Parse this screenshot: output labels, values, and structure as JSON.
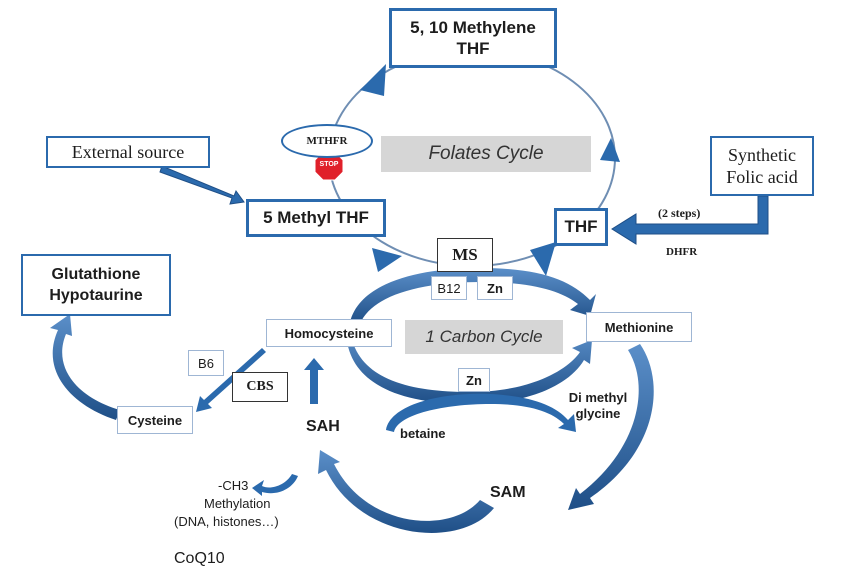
{
  "folates_cycle": {
    "methylene_thf": "5, 10 Methylene THF",
    "methyl_thf": "5 Methyl THF",
    "thf": "THF",
    "label": "Folates Cycle",
    "mthfr": "MTHFR",
    "stop": "STOP",
    "ms": "MS"
  },
  "external_source": "External source",
  "synthetic_folic_acid": "Synthetic Folic acid",
  "two_steps": "(2 steps)",
  "dhfr": "DHFR",
  "one_carbon_cycle": {
    "label": "1 Carbon Cycle",
    "b12": "B12",
    "zn_top": "Zn",
    "zn_bottom": "Zn",
    "homocysteine": "Homocysteine",
    "methionine": "Methionine",
    "betaine": "betaine",
    "dimethylglycine": "Di methyl glycine",
    "sah": "SAH",
    "sam": "SAM"
  },
  "transsulfuration": {
    "glutathione": "Glutathione",
    "hypotaurine": "Hypotaurine",
    "cysteine": "Cysteine",
    "b6": "B6",
    "cbs": "CBS"
  },
  "methylation": {
    "ch3": "-CH3",
    "methylation": "Methylation",
    "targets": "(DNA, histones…)",
    "coq10": "CoQ10"
  },
  "colors": {
    "arrow": "#2b6aad",
    "arrow_dark": "#1f4f87",
    "grey_box": "#d6d6d6",
    "stop": "#e0202a"
  }
}
